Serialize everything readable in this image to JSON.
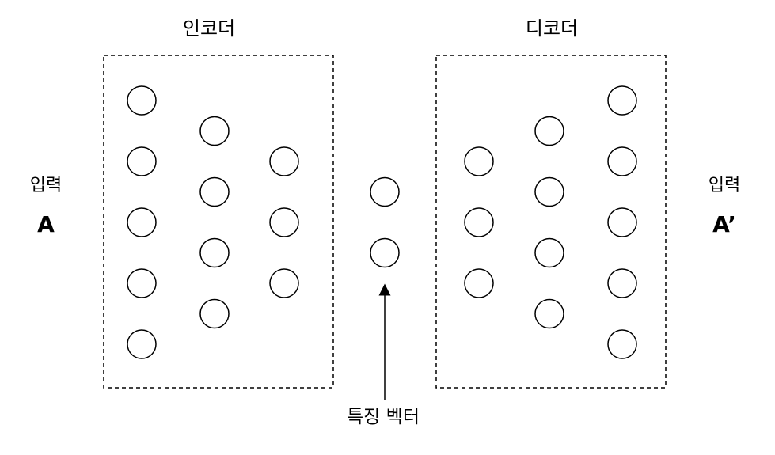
{
  "encoder": {
    "title": "인코더"
  },
  "decoder": {
    "title": "디코더"
  },
  "input": {
    "caption": "입력",
    "name": "A"
  },
  "output": {
    "caption": "입력",
    "name": "A’"
  },
  "feature_vector": {
    "caption": "특징 벡터"
  },
  "layers": {
    "encoder": [
      5,
      4,
      3
    ],
    "bottleneck": [
      2
    ],
    "decoder": [
      3,
      4,
      5
    ]
  },
  "colors": {
    "stroke": "#000000",
    "background": "#ffffff"
  }
}
